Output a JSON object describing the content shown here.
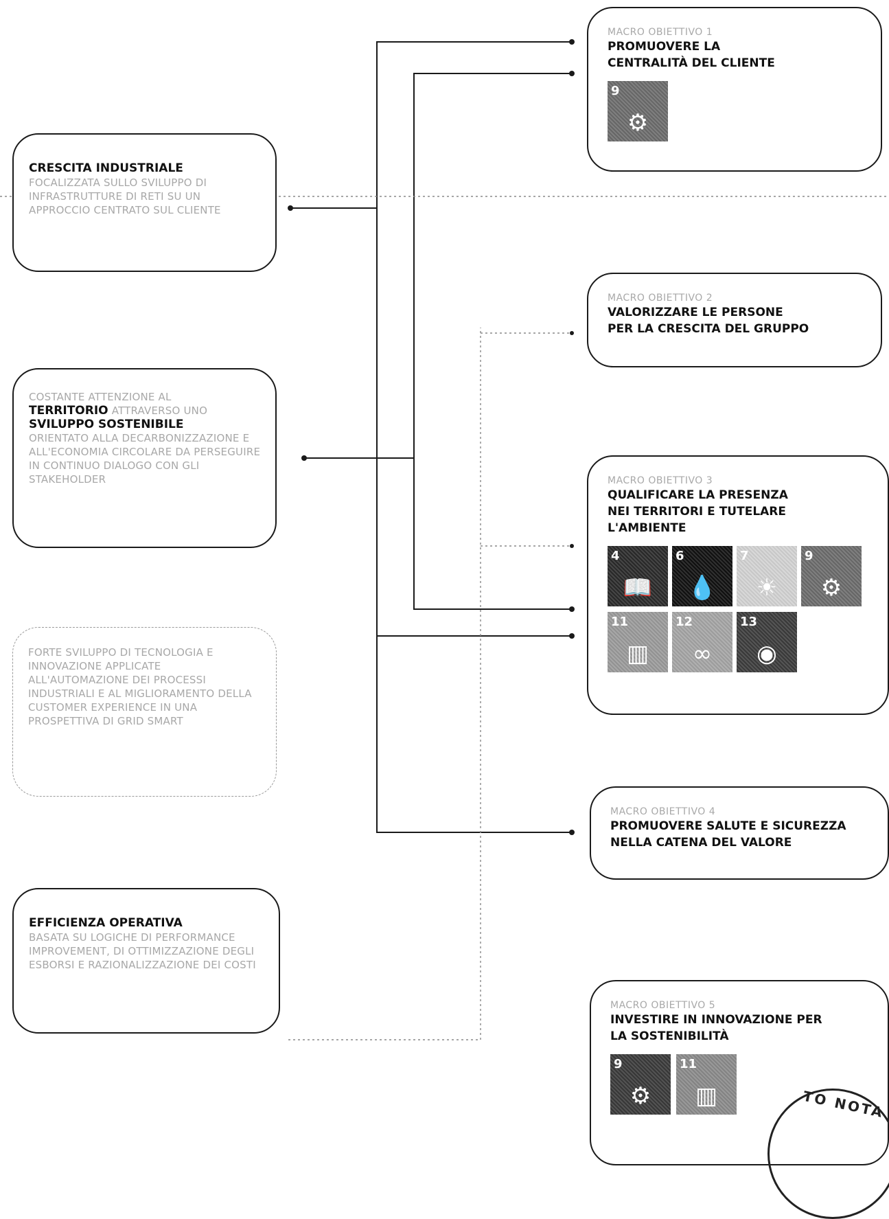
{
  "pillars": [
    {
      "title": "CRESCITA INDUSTRIALE",
      "body": "FOCALIZZATA SULLO SVILUPPO DI INFRASTRUTTURE DI RETI SU UN APPROCCIO CENTRATO SUL CLIENTE"
    },
    {
      "text_a": "COSTANTE ATTENZIONE AL",
      "hl_a": "TERRITORIO",
      "text_b": "ATTRAVERSO UNO",
      "hl_b": "SVILUPPO SOSTENIBILE",
      "text_c": "ORIENTATO ALLA DECARBONIZZAZIONE E ALL'ECONOMIA CIRCOLARE DA PERSEGUIRE IN CONTINUO DIALOGO CON GLI STAKEHOLDER"
    },
    {
      "body": "FORTE SVILUPPO DI TECNOLOGIA E INNOVAZIONE APPLICATE ALL'AUTOMAZIONE DEI PROCESSI INDUSTRIALI E AL MIGLIORAMENTO DELLA CUSTOMER EXPERIENCE IN UNA PROSPETTIVA DI GRID SMART"
    },
    {
      "title": "EFFICIENZA OPERATIVA",
      "body": "BASATA SU LOGICHE DI PERFORMANCE IMPROVEMENT, DI OTTIMIZZAZIONE DEGLI ESBORSI E RAZIONALIZZAZIONE DEI COSTI"
    }
  ],
  "objectives": [
    {
      "label": "MACRO OBIETTIVO 1",
      "title": "PROMUOVERE LA\nCENTRALITÀ DEL CLIENTE",
      "sdgs": [
        {
          "num": "9",
          "icon": "industry-innovation-icon"
        }
      ]
    },
    {
      "label": "MACRO OBIETTIVO 2",
      "title": "VALORIZZARE LE PERSONE\nPER LA CRESCITA DEL GRUPPO",
      "sdgs": []
    },
    {
      "label": "MACRO OBIETTIVO 3",
      "title": "QUALIFICARE LA PRESENZA\nNEI TERRITORI E TUTELARE\nL'AMBIENTE",
      "sdgs": [
        {
          "num": "4",
          "icon": "quality-education-icon"
        },
        {
          "num": "6",
          "icon": "clean-water-icon"
        },
        {
          "num": "7",
          "icon": "clean-energy-icon"
        },
        {
          "num": "9",
          "icon": "industry-innovation-icon"
        },
        {
          "num": "11",
          "icon": "sustainable-cities-icon"
        },
        {
          "num": "12",
          "icon": "responsible-consumption-icon"
        },
        {
          "num": "13",
          "icon": "climate-action-icon"
        }
      ]
    },
    {
      "label": "MACRO OBIETTIVO 4",
      "title": "PROMUOVERE SALUTE E SICUREZZA\nNELLA CATENA DEL VALORE",
      "sdgs": []
    },
    {
      "label": "MACRO OBIETTIVO 5",
      "title": "INVESTIRE IN INNOVAZIONE PER\nLA SOSTENIBILITÀ",
      "sdgs": [
        {
          "num": "9",
          "icon": "industry-innovation-icon"
        },
        {
          "num": "11",
          "icon": "sustainable-cities-icon"
        }
      ]
    }
  ],
  "stamp": {
    "text": "TO NOTA"
  },
  "colors": {
    "ink": "#111111",
    "muted": "#a8a8a8",
    "dashed": "#9a9a9a"
  }
}
